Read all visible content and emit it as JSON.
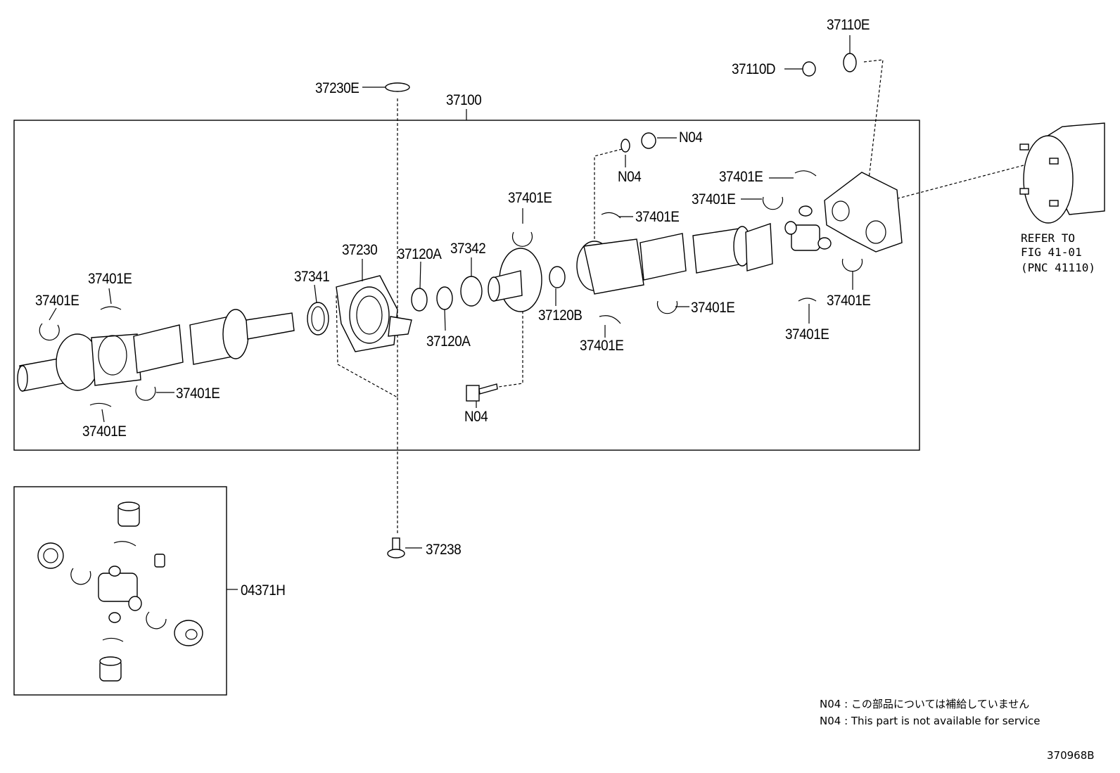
{
  "diagram": {
    "assembly_label": "37100",
    "labels": {
      "l37110E": "37110E",
      "l37110D": "37110D",
      "l37230E": "37230E",
      "lN04_top_right": "N04",
      "lN04_top_below": "N04",
      "l37401E_top_right": "37401E",
      "l37401E_right2": "37401E",
      "l37401E_flange": "37401E",
      "l37401E_mid_top": "37401E",
      "l37230": "37230",
      "l37120A_top": "37120A",
      "l37342": "37342",
      "l37341": "37341",
      "l37401E_left_a": "37401E",
      "l37401E_left_b": "37401E",
      "l37120B": "37120B",
      "l37120A_bottom": "37120A",
      "l37401E_mid_lower": "37401E",
      "l37401E_right_lower": "37401E",
      "l37401E_right_lower2": "37401E",
      "l37401E_far_right": "37401E",
      "l37401E_left_lower": "37401E",
      "l37401E_left_bottom": "37401E",
      "lN04_bolt": "N04",
      "l37238": "37238",
      "l04371H": "04371H"
    },
    "reference": {
      "line1": "REFER TO",
      "line2": "FIG 41-01",
      "line3": "(PNC 41110)"
    },
    "notes": {
      "jp": "N04 : この部品については補給していません",
      "en": "N04 : This part is not available for service"
    },
    "figure_code": "370968B"
  }
}
